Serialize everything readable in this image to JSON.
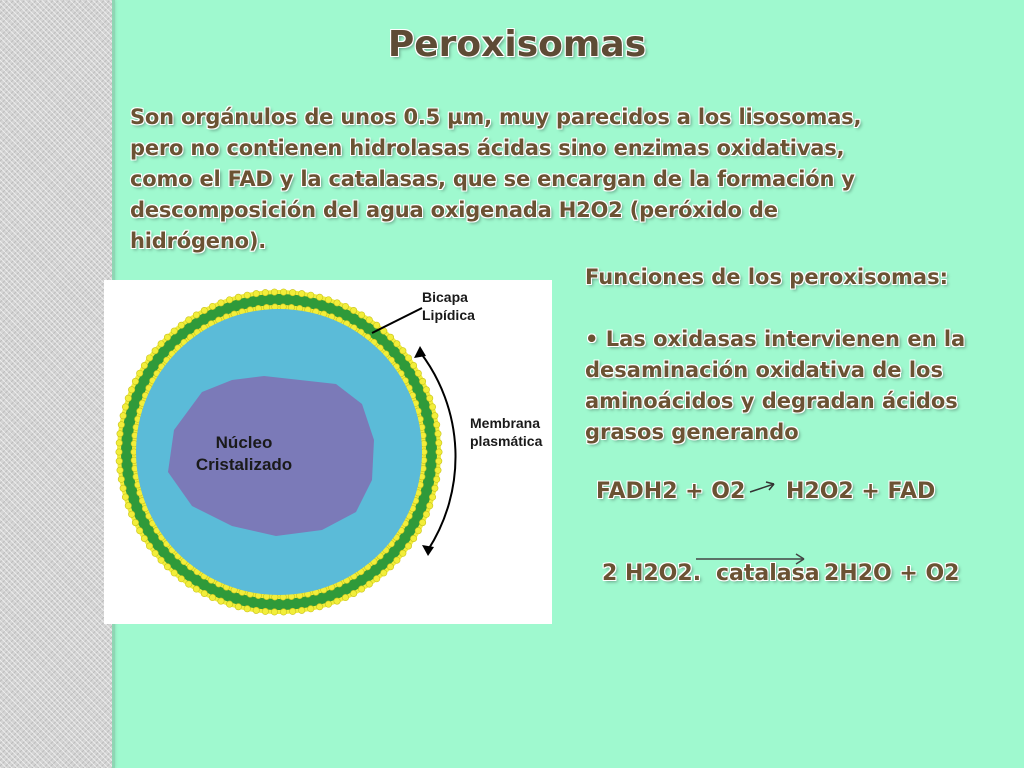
{
  "slide": {
    "title": "Peroxisomas",
    "intro": "Son orgánulos de unos 0.5 µm, muy parecidos a los lisosomas, pero no contienen hidrolasas ácidas sino enzimas oxidativas, como el FAD y la catalasas, que se encargan de la formación y descomposición del agua oxigenada H2O2 (peróxido de hidrógeno).",
    "functions_heading": "Funciones de los peroxisomas:",
    "functions_bullet": "• Las oxidasas intervienen en la desaminación oxidativa de los aminoácidos y degradan ácidos grasos generando",
    "equation1": {
      "left": "FADH2 + O2",
      "right": "H2O2 + FAD"
    },
    "equation2": {
      "left": "2 H2O2.",
      "enzyme": "catalasa",
      "right": "2H2O + O2"
    }
  },
  "figure": {
    "label_bilayer_line1": "Bicapa",
    "label_bilayer_line2": "Lipídica",
    "label_membrane_line1": "Membrana",
    "label_membrane_line2": "plasmática",
    "label_nucleus_line1": "Núcleo",
    "label_nucleus_line2": "Cristalizado"
  },
  "colors": {
    "background": "#9ff9cf",
    "text": "#6b5233",
    "cell_interior": "#5bbbd8",
    "membrane_green": "#2f9a3a",
    "lipid_heads": "#f2ee3a",
    "nucleus": "#7b7ab8"
  }
}
